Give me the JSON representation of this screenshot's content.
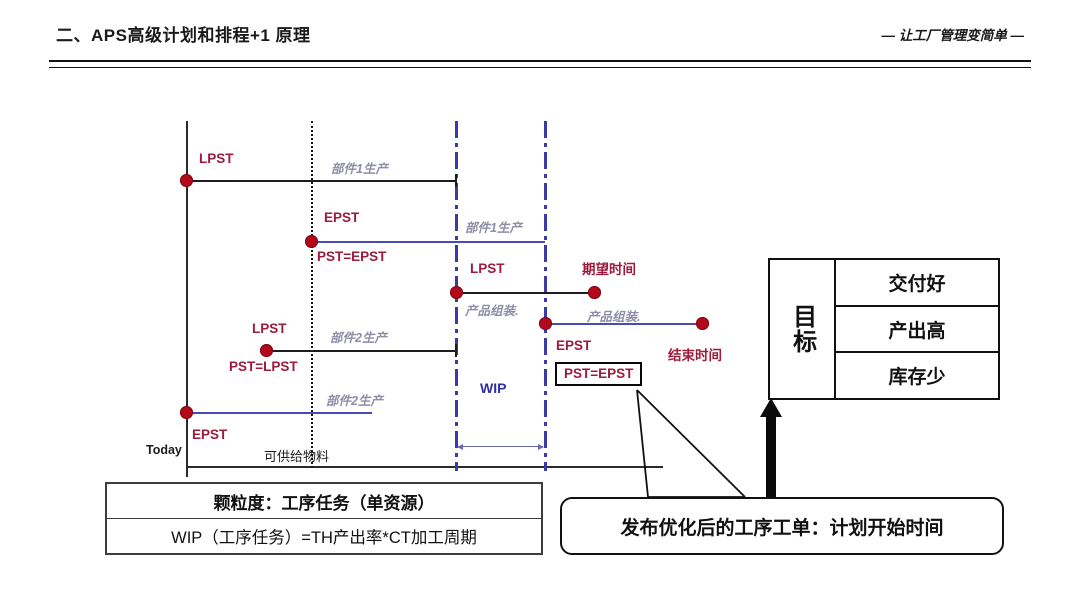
{
  "header": {
    "title": "二、APS高级计划和排程+1 原理",
    "tagline": "— 让工厂管理变简单 —"
  },
  "chart": {
    "axis": {
      "today_label": "Today",
      "supply_label": "可供给物料"
    },
    "wip_label": "WIP",
    "tasks": [
      {
        "id": "part1-black",
        "bar_label": "部件1生产",
        "point_label": "LPST",
        "note": ""
      },
      {
        "id": "part1-blue",
        "bar_label": "部件1生产",
        "point_label": "EPST",
        "note": "PST=EPST"
      },
      {
        "id": "assy-black",
        "bar_label": "产品组装.",
        "point_label": "LPST",
        "note": ""
      },
      {
        "id": "assy-blue",
        "bar_label": "产品组装.",
        "point_label": "EPST",
        "note": "PST=EPST"
      },
      {
        "id": "part2-black",
        "bar_label": "部件2生产",
        "point_label": "LPST",
        "note": "PST=LPST"
      },
      {
        "id": "part2-blue",
        "bar_label": "部件2生产",
        "point_label": "EPST",
        "note": ""
      }
    ],
    "milestones": {
      "expected_time": "期望时间",
      "end_time": "结束时间"
    },
    "highlight_box": "PST=EPST"
  },
  "goal_table": {
    "row_header": "目标",
    "rows": [
      "交付好",
      "产出高",
      "库存少"
    ]
  },
  "bottom_left_box": {
    "row1": "颗粒度：工序任务（单资源）",
    "row2": "WIP（工序任务）=TH产出率*CT加工周期"
  },
  "bottom_right_box": {
    "text": "发布优化后的工序工单：计划开始时间"
  },
  "colors": {
    "label_red": "#9d1b3c",
    "dot_red": "#b3091b",
    "bar_blue": "#4a4ab4",
    "bar_black": "#1d1d1d",
    "italic_gray": "#8e8ea8",
    "wip_blue": "#2f2f9e"
  }
}
